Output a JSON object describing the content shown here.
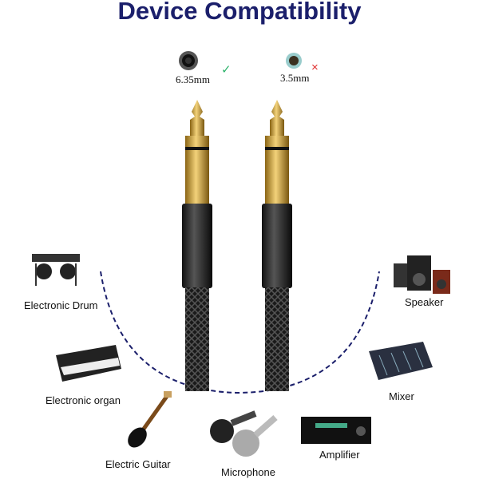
{
  "title": "Device Compatibility",
  "jacks": [
    {
      "size": "6.35mm",
      "compatible": true,
      "mark": "✓"
    },
    {
      "size": "3.5mm",
      "compatible": false,
      "mark": "×"
    }
  ],
  "devices": [
    {
      "label": "Electronic Drum"
    },
    {
      "label": "Electronic organ"
    },
    {
      "label": "Electric Guitar"
    },
    {
      "label": "Microphone"
    },
    {
      "label": "Amplifier"
    },
    {
      "label": "Mixer"
    },
    {
      "label": "Speaker"
    }
  ],
  "colors": {
    "title": "#1b1f6b",
    "check": "#2db36b",
    "cross": "#e03030",
    "gold": "#c9a03a",
    "arc": "#1b1f6b"
  }
}
